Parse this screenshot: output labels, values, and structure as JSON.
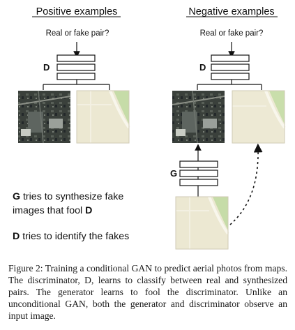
{
  "headers": {
    "positive": "Positive examples",
    "negative": "Negative examples"
  },
  "discriminator_question": "Real or fake pair?",
  "labels": {
    "D": "D",
    "G": "G"
  },
  "descriptions": {
    "g_bold": "G",
    "g_text1": " tries to synthesize fake",
    "g_text2": "images that fool ",
    "g_text2_bold": "D",
    "d_bold": "D",
    "d_text": " tries to identify the fakes"
  },
  "caption": "Figure 2: Training a conditional GAN to predict aerial photos from maps. The discriminator, D, learns to classify between real and synthesized pairs. The generator learns to fool the discriminator. Unlike an unconditional GAN, both the generator and discriminator observe an input image.",
  "colors": {
    "map_bg": "#ece8d2",
    "map_green": "#c6dca8",
    "map_road": "#f8f6ec",
    "satellite_dark": "#2e3430"
  }
}
